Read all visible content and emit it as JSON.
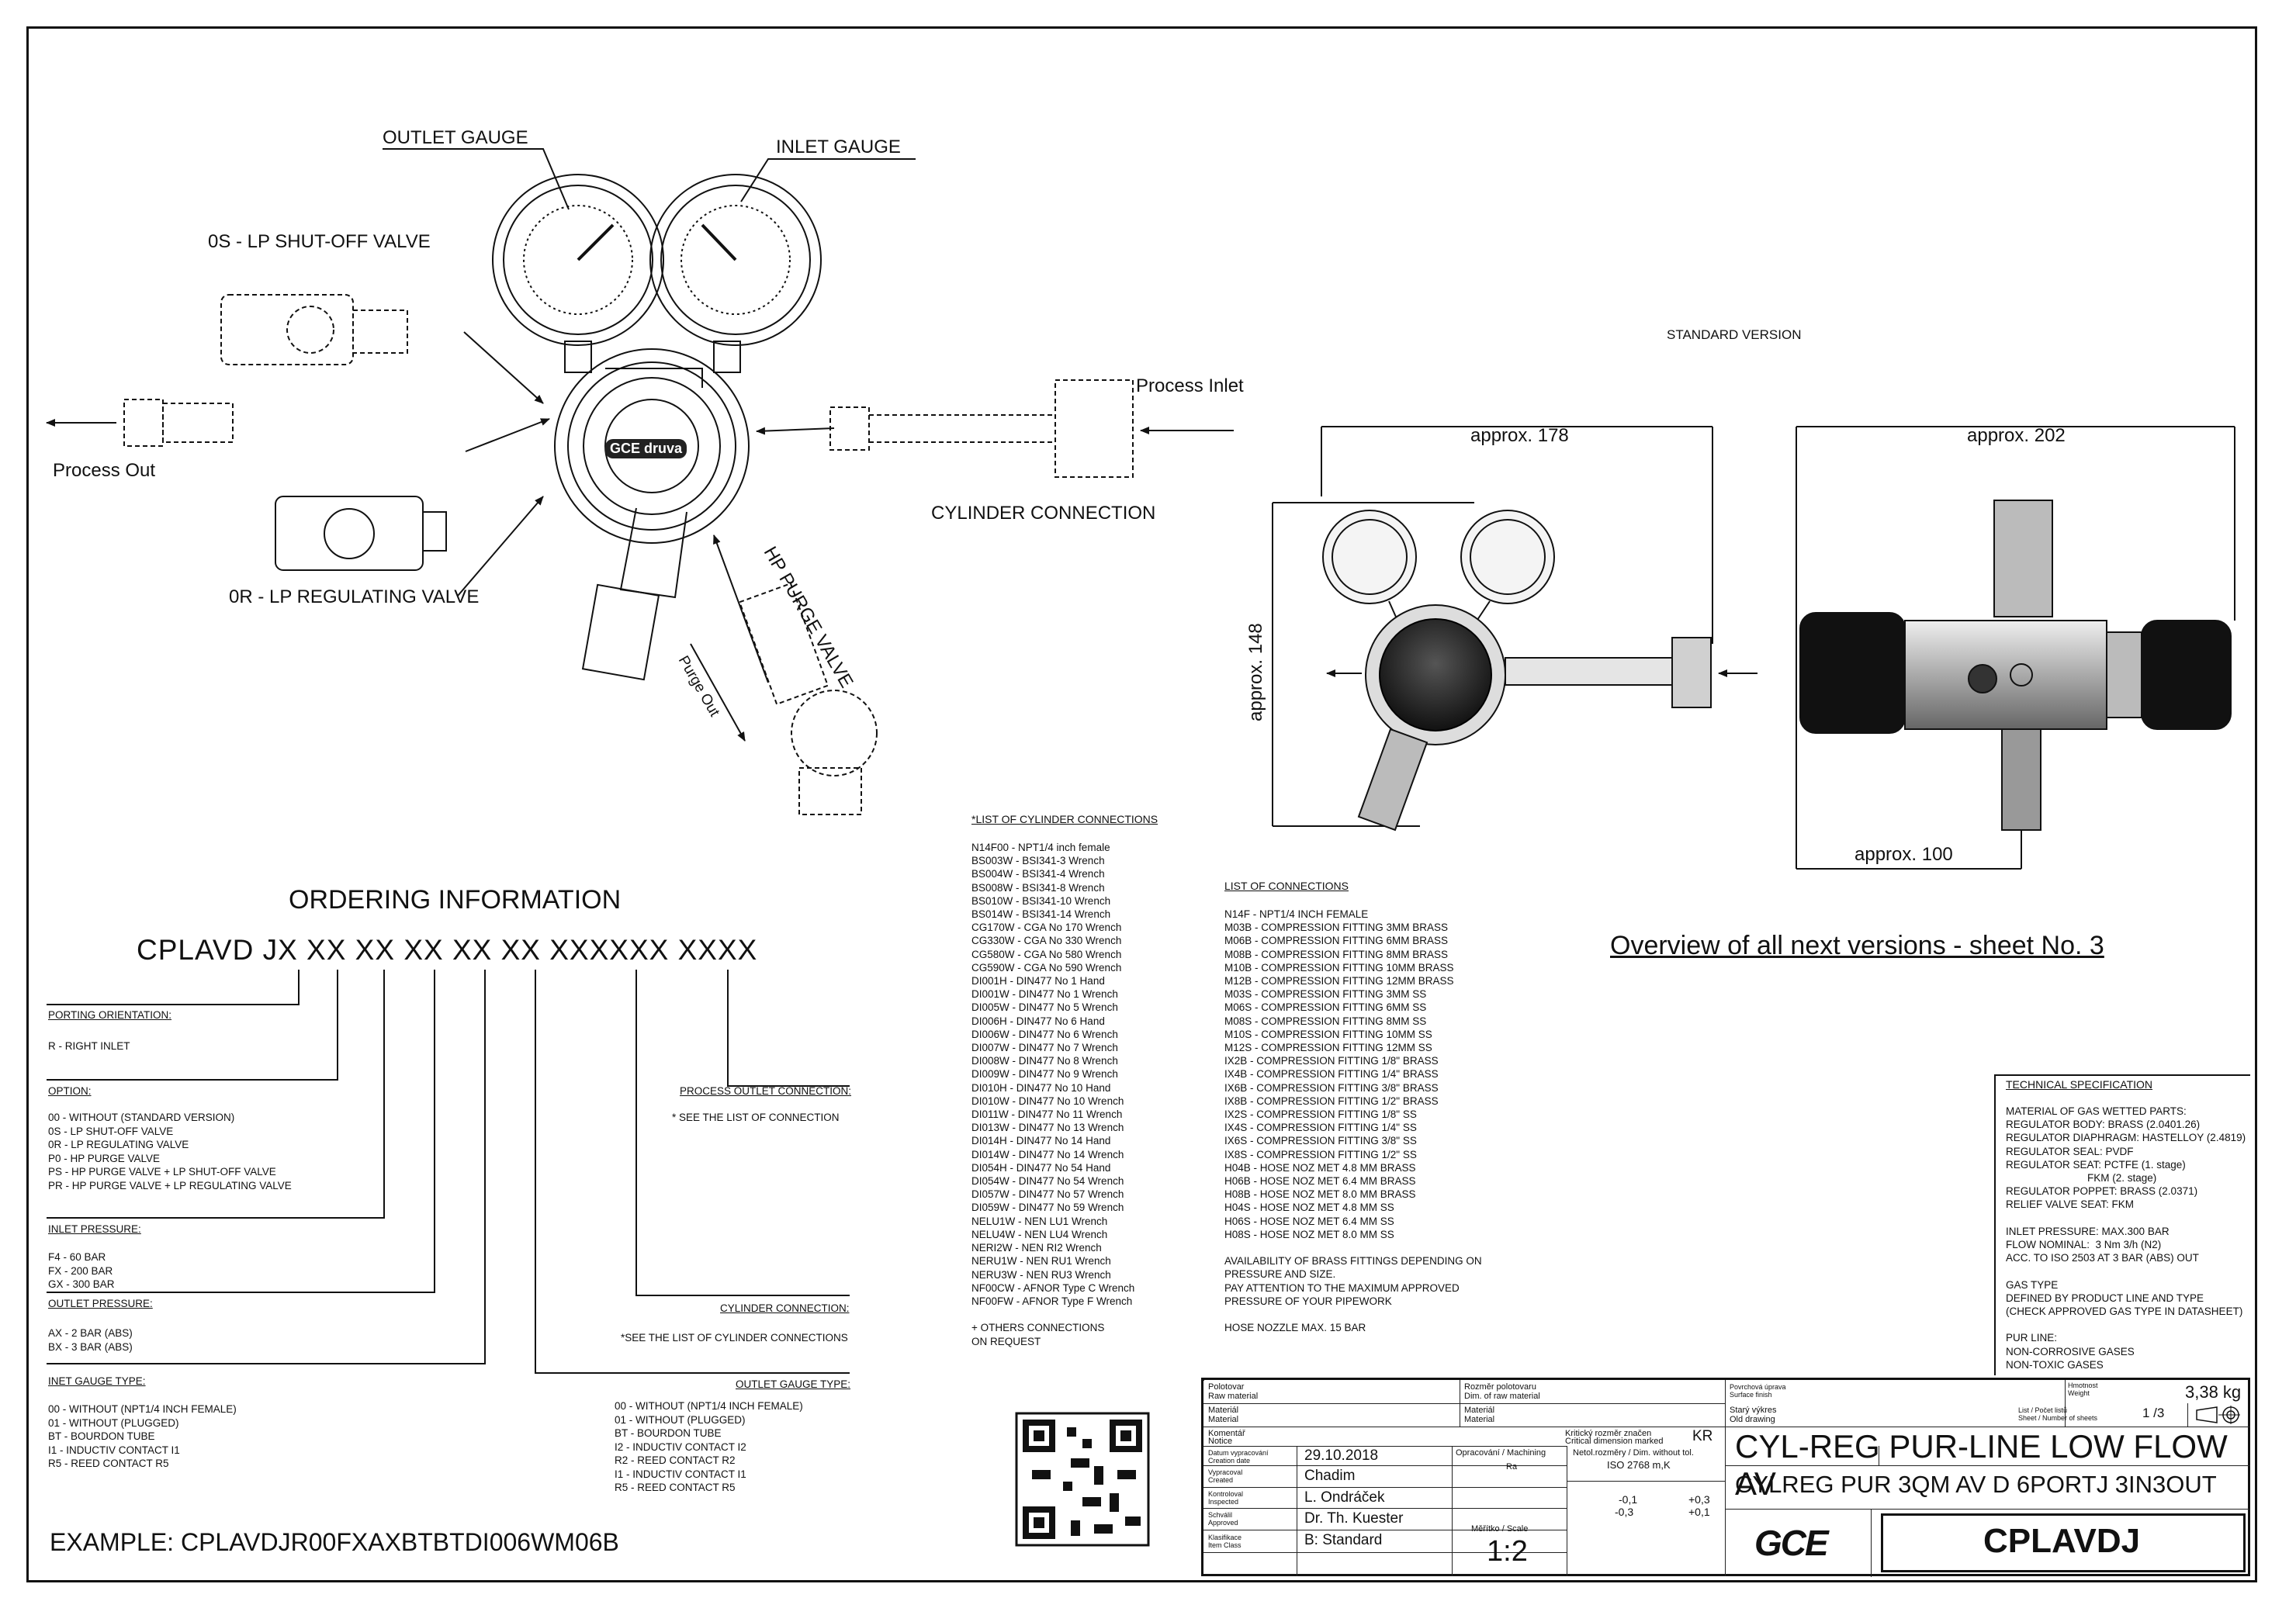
{
  "labels": {
    "outlet_gauge": "OUTLET GAUGE",
    "inlet_gauge": "INLET GAUGE",
    "shut_off_valve": "0S - LP SHUT-OFF VALVE",
    "process_out": "Process Out",
    "regulating_valve": "0R - LP REGULATING VALVE",
    "process_inlet": "Process Inlet",
    "cylinder_connection": "CYLINDER CONNECTION",
    "hp_purge_valve": "HP PURGE VALVE",
    "purge_out": "Purge Out",
    "standard_version": "STANDARD VERSION",
    "approx_178": "approx. 178",
    "approx_202": "approx. 202",
    "approx_148": "approx. 148",
    "approx_100": "approx. 100",
    "brand_logo": "GCE druva",
    "overview_link": "Overview of all next versions - sheet No. 3"
  },
  "ordering": {
    "title": "ORDERING INFORMATION",
    "code": "CPLAVD JX XX XX XX XX XX XXXXXX XXXX",
    "example": "EXAMPLE: CPLAVDJR00FXAXBTBTDI006WM06B",
    "porting": {
      "header": "PORTING ORIENTATION:",
      "items": [
        "R - RIGHT INLET"
      ]
    },
    "option": {
      "header": "OPTION:",
      "items": [
        "00 - WITHOUT (STANDARD VERSION)",
        "0S - LP SHUT-OFF VALVE",
        "0R - LP REGULATING VALVE",
        "P0 - HP PURGE VALVE",
        "PS - HP PURGE VALVE + LP SHUT-OFF VALVE",
        "PR - HP PURGE VALVE + LP REGULATING VALVE"
      ]
    },
    "inlet_pressure": {
      "header": "INLET PRESSURE:",
      "items": [
        "F4 - 60 BAR",
        "FX - 200 BAR",
        "GX - 300 BAR"
      ]
    },
    "outlet_pressure": {
      "header": "OUTLET PRESSURE:",
      "items": [
        "AX - 2 BAR (ABS)",
        "BX - 3 BAR (ABS)"
      ]
    },
    "inlet_gauge_type": {
      "header": "INET GAUGE TYPE:",
      "items": [
        "00 - WITHOUT (NPT1/4 INCH FEMALE)",
        "01 - WITHOUT (PLUGGED)",
        "BT - BOURDON TUBE",
        "I1 - INDUCTIV CONTACT I1",
        "R5 - REED CONTACT R5"
      ]
    },
    "process_outlet": {
      "header": "PROCESS OUTLET CONNECTION:",
      "items": [
        "* SEE THE LIST OF CONNECTION"
      ]
    },
    "cylinder_conn": {
      "header": "CYLINDER CONNECTION:",
      "items": [
        "*SEE THE LIST OF CYLINDER CONNECTIONS"
      ]
    },
    "outlet_gauge_type": {
      "header": "OUTLET GAUGE TYPE:",
      "items": [
        "00 - WITHOUT (NPT1/4 INCH FEMALE)",
        "01 - WITHOUT (PLUGGED)",
        "BT - BOURDON TUBE",
        "I2 - INDUCTIV CONTACT I2",
        "R2 - REED CONTACT R2",
        "I1 - INDUCTIV CONTACT I1",
        "R5 - REED CONTACT R5"
      ]
    }
  },
  "cylinder_connections": {
    "header": "*LIST OF CYLINDER CONNECTIONS",
    "items": [
      "N14F00 - NPT1/4 inch female",
      "BS003W - BSI341-3 Wrench",
      "BS004W - BSI341-4 Wrench",
      "BS008W - BSI341-8 Wrench",
      "BS010W - BSI341-10 Wrench",
      "BS014W - BSI341-14 Wrench",
      "CG170W - CGA No 170 Wrench",
      "CG330W - CGA No 330 Wrench",
      "CG580W - CGA No 580 Wrench",
      "CG590W - CGA No 590 Wrench",
      "DI001H - DIN477 No 1 Hand",
      "DI001W - DIN477 No 1 Wrench",
      "DI005W - DIN477 No 5 Wrench",
      "DI006H - DIN477 No 6 Hand",
      "DI006W - DIN477 No 6 Wrench",
      "DI007W - DIN477 No 7 Wrench",
      "DI008W - DIN477 No 8 Wrench",
      "DI009W - DIN477 No 9 Wrench",
      "DI010H - DIN477 No 10 Hand",
      "DI010W - DIN477 No 10 Wrench",
      "DI011W - DIN477 No 11 Wrench",
      "DI013W - DIN477 No 13 Wrench",
      "DI014H - DIN477 No 14 Hand",
      "DI014W - DIN477 No 14 Wrench",
      "DI054H - DIN477 No 54 Hand",
      "DI054W - DIN477 No 54 Wrench",
      "DI057W - DIN477 No 57 Wrench",
      "DI059W - DIN477 No 59 Wrench",
      "NELU1W - NEN LU1 Wrench",
      "NELU4W - NEN LU4 Wrench",
      "NERI2W - NEN RI2 Wrench",
      "NERU1W - NEN RU1 Wrench",
      "NERU3W - NEN RU3 Wrench",
      "NF00CW - AFNOR Type C Wrench",
      "NF00FW - AFNOR Type F Wrench"
    ],
    "footer": [
      "+ OTHERS CONNECTIONS",
      "ON REQUEST"
    ]
  },
  "connections": {
    "header": "LIST OF CONNECTIONS",
    "items": [
      "N14F - NPT1/4 INCH FEMALE",
      "M03B - COMPRESSION FITTING 3MM BRASS",
      "M06B - COMPRESSION FITTING 6MM BRASS",
      "M08B - COMPRESSION FITTING 8MM BRASS",
      "M10B - COMPRESSION FITTING 10MM BRASS",
      "M12B - COMPRESSION FITTING 12MM BRASS",
      "M03S - COMPRESSION FITTING 3MM SS",
      "M06S - COMPRESSION FITTING 6MM SS",
      "M08S - COMPRESSION FITTING 8MM SS",
      "M10S - COMPRESSION FITTING 10MM SS",
      "M12S - COMPRESSION FITTING 12MM SS",
      "IX2B - COMPRESSION FITTING 1/8\" BRASS",
      "IX4B - COMPRESSION FITTING 1/4\" BRASS",
      "IX6B - COMPRESSION FITTING 3/8\" BRASS",
      "IX8B - COMPRESSION FITTING 1/2\" BRASS",
      "IX2S - COMPRESSION FITTING 1/8\" SS",
      "IX4S - COMPRESSION FITTING 1/4\" SS",
      "IX6S - COMPRESSION FITTING 3/8\" SS",
      "IX8S - COMPRESSION FITTING 1/2\" SS",
      "H04B - HOSE NOZ MET 4.8 MM BRASS",
      "H06B - HOSE NOZ MET 6.4 MM BRASS",
      "H08B - HOSE NOZ MET 8.0 MM BRASS",
      "H04S - HOSE NOZ MET 4.8 MM SS",
      "H06S - HOSE NOZ MET 6.4 MM SS",
      "H08S - HOSE NOZ MET 8.0 MM SS"
    ],
    "notes": [
      "AVAILABILITY OF BRASS FITTINGS DEPENDING ON",
      "PRESSURE AND SIZE.",
      "PAY ATTENTION TO THE MAXIMUM APPROVED",
      "PRESSURE OF YOUR PIPEWORK",
      "",
      "HOSE NOZZLE MAX. 15 BAR"
    ]
  },
  "tech_spec": {
    "header": "TECHNICAL SPECIFICATION",
    "items": [
      "MATERIAL OF GAS WETTED PARTS:",
      "REGULATOR BODY: BRASS (2.0401.26)",
      "REGULATOR DIAPHRAGM: HASTELLOY (2.4819)",
      "REGULATOR SEAL: PVDF",
      "REGULATOR SEAT: PCTFE (1. stage)",
      "                            FKM (2. stage)",
      "REGULATOR POPPET: BRASS (2.0371)",
      "RELIEF VALVE SEAT: FKM",
      "",
      "INLET PRESSURE: MAX.300 BAR",
      "FLOW NOMINAL:  3 Nm 3/h (N2)",
      "ACC. TO ISO 2503 AT 3 BAR (ABS) OUT",
      "",
      "GAS TYPE",
      "DEFINED BY PRODUCT LINE AND TYPE",
      "(CHECK APPROVED GAS TYPE IN DATASHEET)",
      "",
      "PUR LINE:",
      "NON-CORROSIVE GASES",
      "NON-TOXIC GASES"
    ]
  },
  "title_block": {
    "polotovar": "Polotovar",
    "raw_material": "Raw material",
    "rozmer": "Rozměr polotovaru",
    "dim_raw": "Dim. of raw material",
    "material_cz": "Materiál",
    "material_en": "Material",
    "material2_cz": "Materiál",
    "material2_en": "Material",
    "povrch_cz": "Povrchová úprava",
    "povrch_en": "Surface finish",
    "stary_cz": "Starý výkres",
    "stary_en": "Old drawing",
    "hmotnost_cz": "Hmotnost",
    "hmotnost_en": "Weight",
    "weight": "3,38 kg",
    "list_cz": "List / Počet listů",
    "list_en": "Sheet / Number of sheets",
    "sheet": "1 /3",
    "komentar_cz": "Komentář",
    "komentar_en": "Notice",
    "kriticky_cz": "Kritický rozměr značen",
    "kriticky_en": "Critical dimension marked",
    "kr": "KR",
    "datum_cz": "Datum vypracování",
    "datum_en": "Creation date",
    "date": "29.10.2018",
    "vypracoval_cz": "Vypracoval",
    "vypracoval_en": "Created",
    "created_by": "Chadim",
    "kontroloval_cz": "Kontroloval",
    "kontroloval_en": "Inspected",
    "inspected_by": "L. Ondráček",
    "schvalil_cz": "Schválil",
    "schvalil_en": "Approved",
    "approved_by": "Dr. Th. Kuester",
    "klasifikace_cz": "Klasifikace",
    "klasifikace_en": "Item Class",
    "item_class": "B: Standard",
    "opracovani": "Opracování / Machining",
    "ra": "Ra",
    "netol": "Netol.rozměry / Dim. without tol.",
    "iso": "ISO 2768 m,K",
    "tol_minus": "-0,1",
    "tol_minus2": "-0,3",
    "tol_plus": "+0,3",
    "tol_plus2": "+0,1",
    "meritko": "Měřítko / Scale",
    "scale": "1:2",
    "title1": "CYL-REG PUR-LINE LOW FLOW AV",
    "title2": "CYLREG PUR 3QM AV D 6PORTJ 3IN3OUT",
    "logo": "GCE",
    "part_no": "CPLAVDJ"
  },
  "colors": {
    "line": "#111111",
    "accent": "#2a8fa0",
    "knob": "#1a1a1a"
  }
}
